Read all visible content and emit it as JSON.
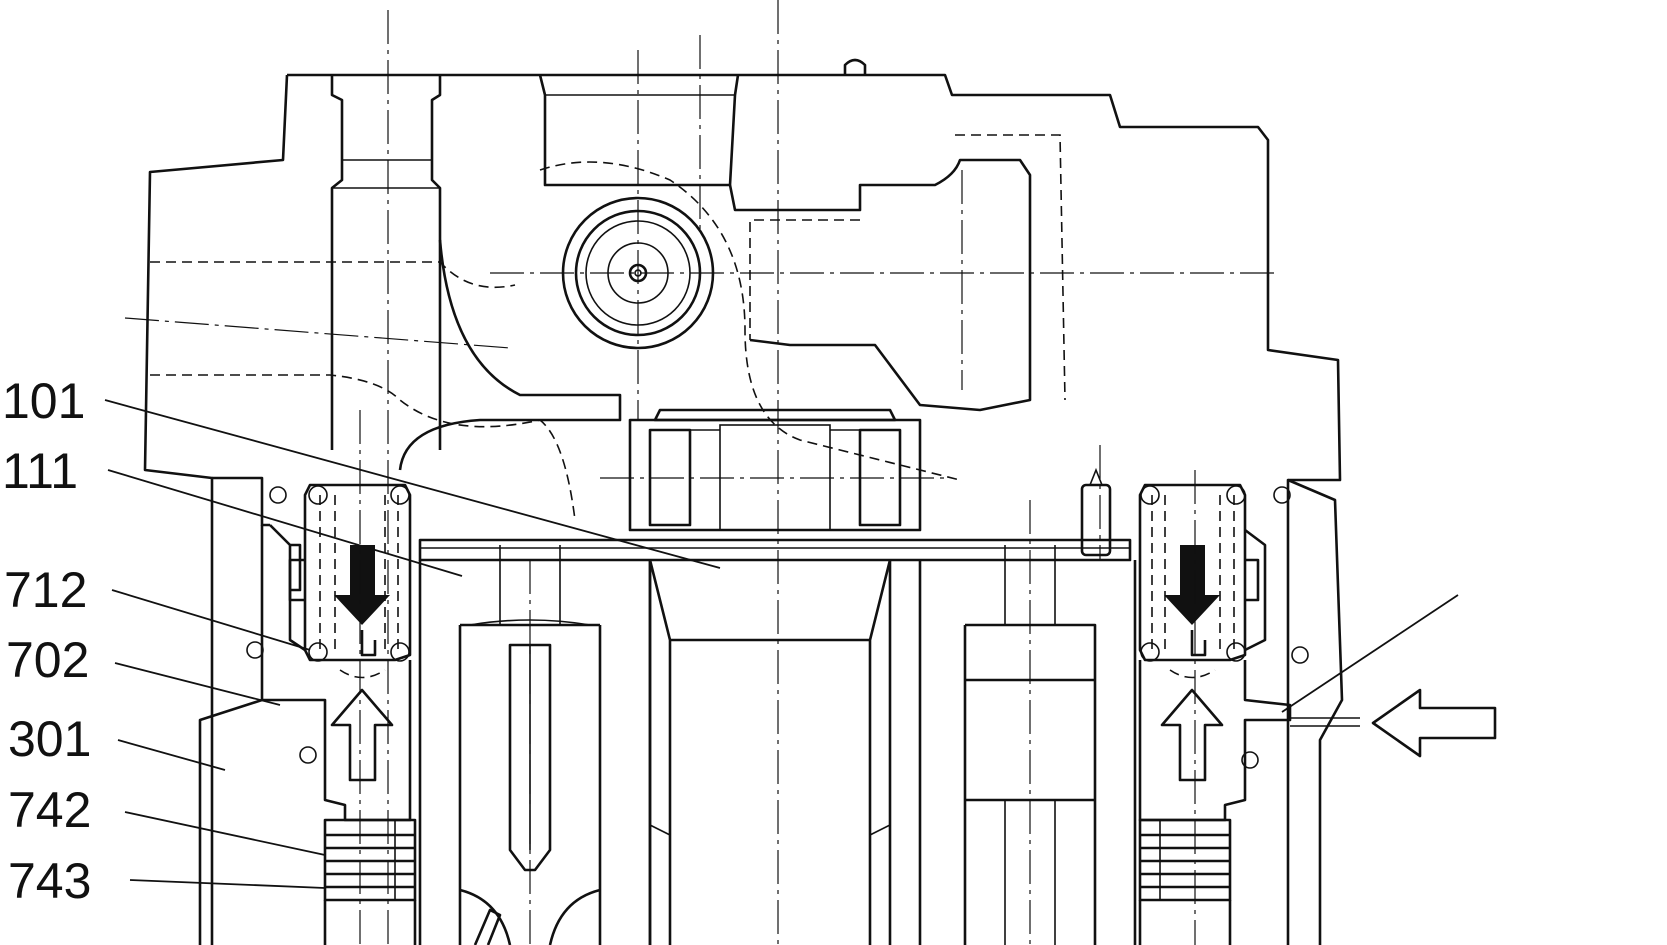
{
  "figure": {
    "reference_labels": [
      {
        "id": "101",
        "text": "101"
      },
      {
        "id": "111",
        "text": "111"
      },
      {
        "id": "712",
        "text": "712"
      },
      {
        "id": "702",
        "text": "702"
      },
      {
        "id": "301",
        "text": "301"
      },
      {
        "id": "742",
        "text": "742"
      },
      {
        "id": "743",
        "text": "743"
      }
    ]
  },
  "colors": {
    "line": "#111111",
    "background": "#ffffff"
  }
}
